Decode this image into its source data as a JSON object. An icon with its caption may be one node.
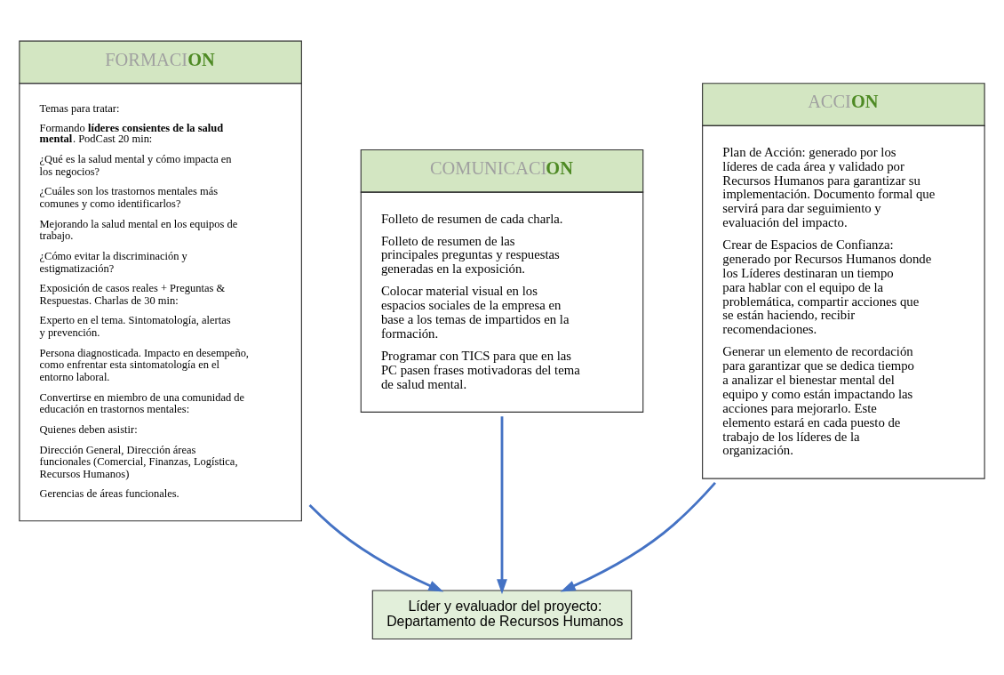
{
  "diagram": {
    "nodes": [
      {
        "text": [
          "FORMACI**ON**",
          "Temas para tratar:",
          "Formando **líderes consientes de la salud mental**. PodCast 20 min:",
          "¿Qué es la salud mental y cómo impacta en los negocios?",
          "¿Cuáles son los trastornos mentales más comunes y como identificarlos?",
          "Mejorando la salud mental en los equipos de trabajo.",
          "¿Cómo evitar la discriminación y estigmatización?",
          "Exposición de casos reales + Preguntas & Respuestas. Charlas de 30 min:",
          "Experto en el tema. Sintomatología, alertas y prevención.",
          "Persona diagnosticada. Impacto en desempeño, como enfrentar esta sintomatología en el entorno laboral.",
          "Convertirse en miembro de una comunidad de educación en trastornos mentales:",
          "Quienes deben asistir:",
          "Dirección General, Dirección áreas funcionales (Comercial, Finanzas, Logística, Recursos Humanos)",
          "Gerencias de áreas funcionales."
        ]
      },
      {
        "text": [
          "COMUNICACI**ON**",
          "Folleto de resumen de cada charla.",
          "Folleto de resumen de las principales preguntas y respuestas generadas en la exposición.",
          "Colocar material visual en los espacios sociales de la empresa en base a los temas de impartidos en la formación.",
          "Programar con TICS para que en las PC pasen frases motivadoras del tema de salud mental."
        ]
      },
      {
        "text": [
          "ACCI**ON**",
          "Plan de Acción: generado por los líderes de cada área y validado por Recursos Humanos para garantizar su implementación. Documento formal que servirá para dar seguimiento y evaluación del impacto.",
          "Crear de Espacios de Confianza: generado por Recursos Humanos donde los Líderes destinaran un tiempo para hablar con el equipo de la problemática, compartir acciones que se están haciendo, recibir recomendaciones.",
          "Generar un elemento de recordación para garantizar que se dedica tiempo a analizar el bienestar mental del equipo y como están impactando las acciones para mejorarlo. Este elemento estará en cada puesto de trabajo de los líderes de la organización."
        ]
      },
      {
        "text": [
          "Líder y evaluador del proyecto: Departamento de Recursos Humanos"
        ]
      }
    ],
    "edges": [
      {
        "from": 0,
        "to": 3,
        "arrow": "to"
      },
      {
        "from": 1,
        "to": 3,
        "arrow": "to"
      },
      {
        "from": 2,
        "to": 3,
        "arrow": "to"
      }
    ]
  }
}
